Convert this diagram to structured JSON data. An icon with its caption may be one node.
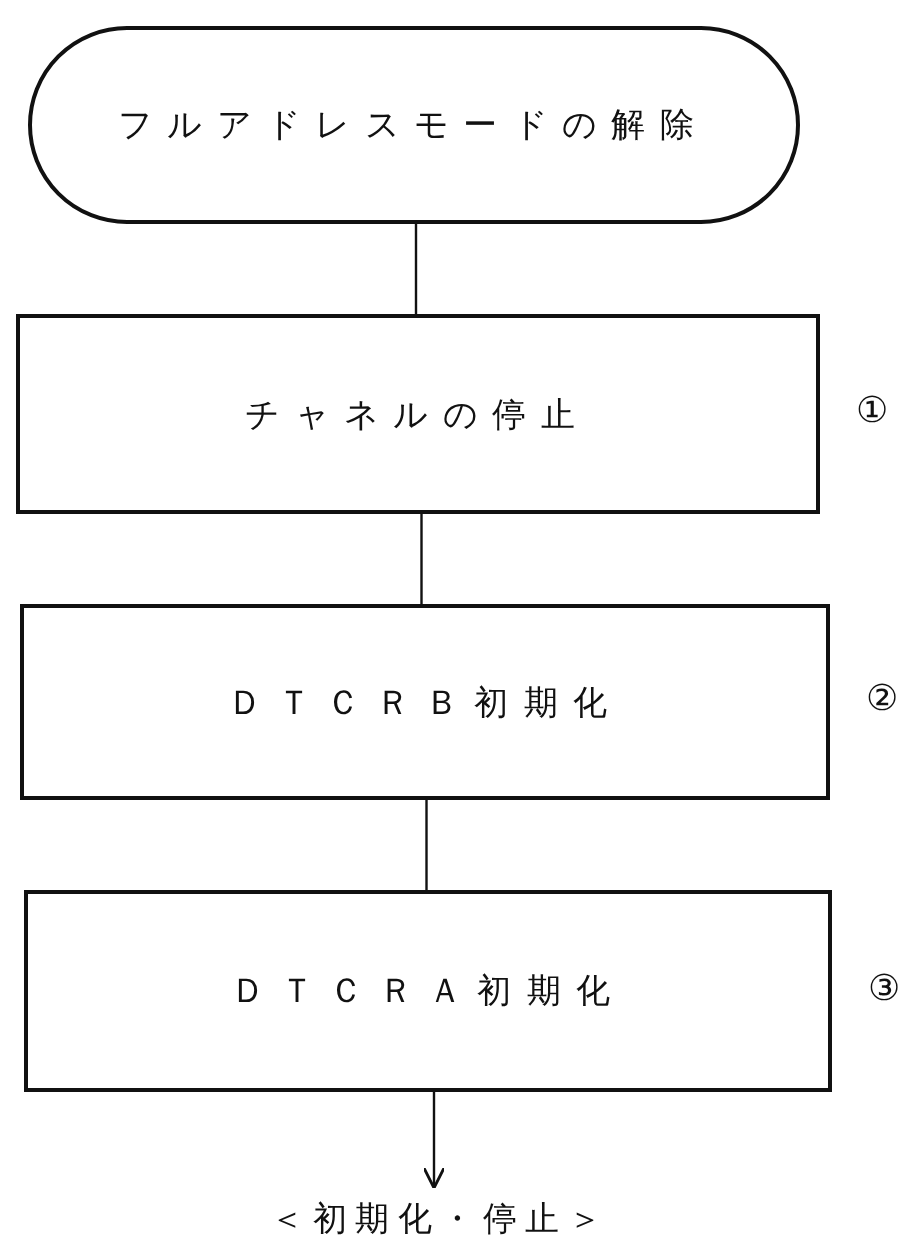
{
  "diagram": {
    "nodes": [
      {
        "text": [
          "フルアドレスモードの解除"
        ]
      },
      {
        "text": [
          "チャネルの停止"
        ],
        "beside": [
          "①"
        ]
      },
      {
        "text": [
          "ＤＴＣＲＢ初期化"
        ],
        "beside": [
          "②"
        ]
      },
      {
        "text": [
          "ＤＴＣＲＡ初期化"
        ],
        "beside": [
          "③"
        ]
      },
      {
        "text": [
          "＜初期化・停止＞"
        ]
      }
    ],
    "edges": [
      {
        "from": 0,
        "to": 1,
        "arrow": "none"
      },
      {
        "from": 1,
        "to": 2,
        "arrow": "none"
      },
      {
        "from": 2,
        "to": 3,
        "arrow": "none"
      },
      {
        "from": 3,
        "to": 4,
        "arrow": "to"
      }
    ]
  }
}
